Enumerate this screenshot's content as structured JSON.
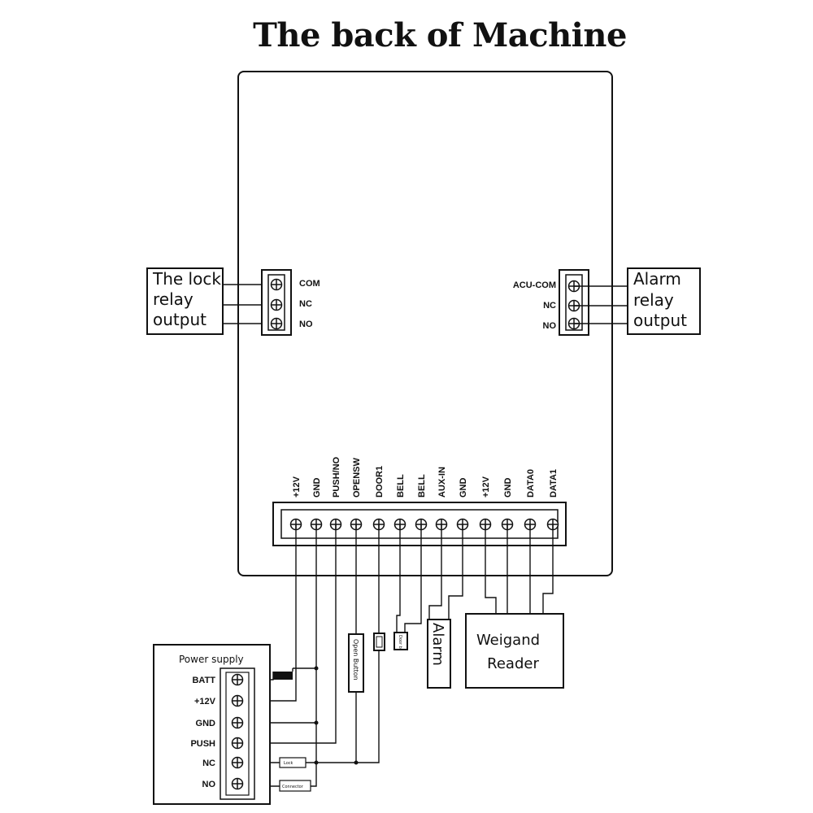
{
  "title": "The back of Machine",
  "lock_relay": {
    "label_lines": [
      "The lock",
      "relay",
      "output"
    ],
    "terminals": [
      "COM",
      "NC",
      "NO"
    ]
  },
  "alarm_relay": {
    "label_lines": [
      "Alarm",
      "relay",
      "output"
    ],
    "terminals": [
      "ACU-COM",
      "NC",
      "NO"
    ]
  },
  "terminal_block": {
    "labels": [
      "+12V",
      "GND",
      "PUSH/NO",
      "OPENSW",
      "DOOR1",
      "BELL",
      "BELL",
      "AUX-IN",
      "GND",
      "+12V",
      "GND",
      "DATA0",
      "DATA1"
    ]
  },
  "power_supply": {
    "title": "Power supply",
    "terminals": [
      "BATT",
      "+12V",
      "GND",
      "PUSH",
      "NC",
      "NO"
    ],
    "lock_label": "Lock",
    "connector_label": "Connector"
  },
  "devices": {
    "open_button": "Open Button",
    "door_bell": "Door b",
    "alarm": "Alarm",
    "reader_lines": [
      "Weigand",
      "Reader"
    ]
  },
  "colors": {
    "line": "#111111",
    "background": "#ffffff"
  }
}
